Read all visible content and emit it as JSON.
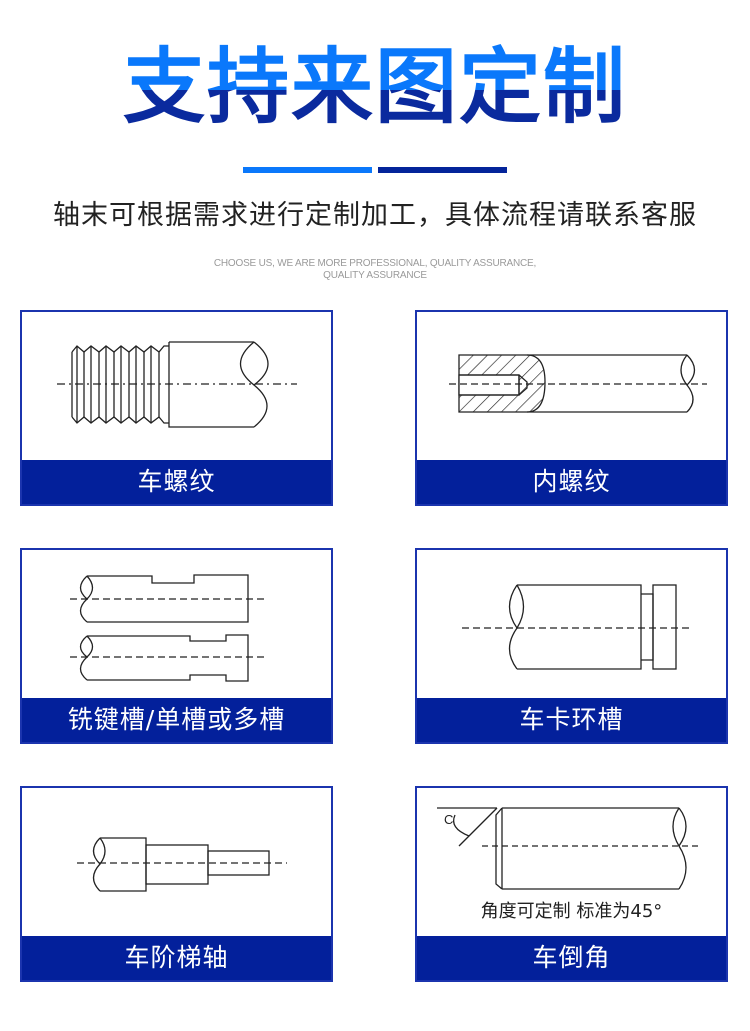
{
  "header": {
    "title": "支持来图定制",
    "subtitle": "轴末可根据需求进行定制加工，具体流程请联系客服",
    "tagline_line1": "CHOOSE US, WE ARE MORE PROFESSIONAL, QUALITY ASSURANCE,",
    "tagline_line2": "QUALITY ASSURANCE"
  },
  "colors": {
    "title_light_blue": "#0a78fb",
    "title_dark_blue": "#0a2a9e",
    "label_bar": "#03209b",
    "card_border": "#1b34ae"
  },
  "cards": [
    {
      "label": "车螺纹",
      "icon": "external-thread-diagram"
    },
    {
      "label": "内螺纹",
      "icon": "internal-thread-diagram"
    },
    {
      "label": "铣键槽/单槽或多槽",
      "icon": "keyway-slot-diagram"
    },
    {
      "label": "车卡环槽",
      "icon": "snap-ring-groove-diagram"
    },
    {
      "label": "车阶梯轴",
      "icon": "stepped-shaft-diagram"
    },
    {
      "label": "车倒角",
      "icon": "chamfer-diagram",
      "note": "角度可定制 标准为45°",
      "angle_label": "C"
    }
  ]
}
